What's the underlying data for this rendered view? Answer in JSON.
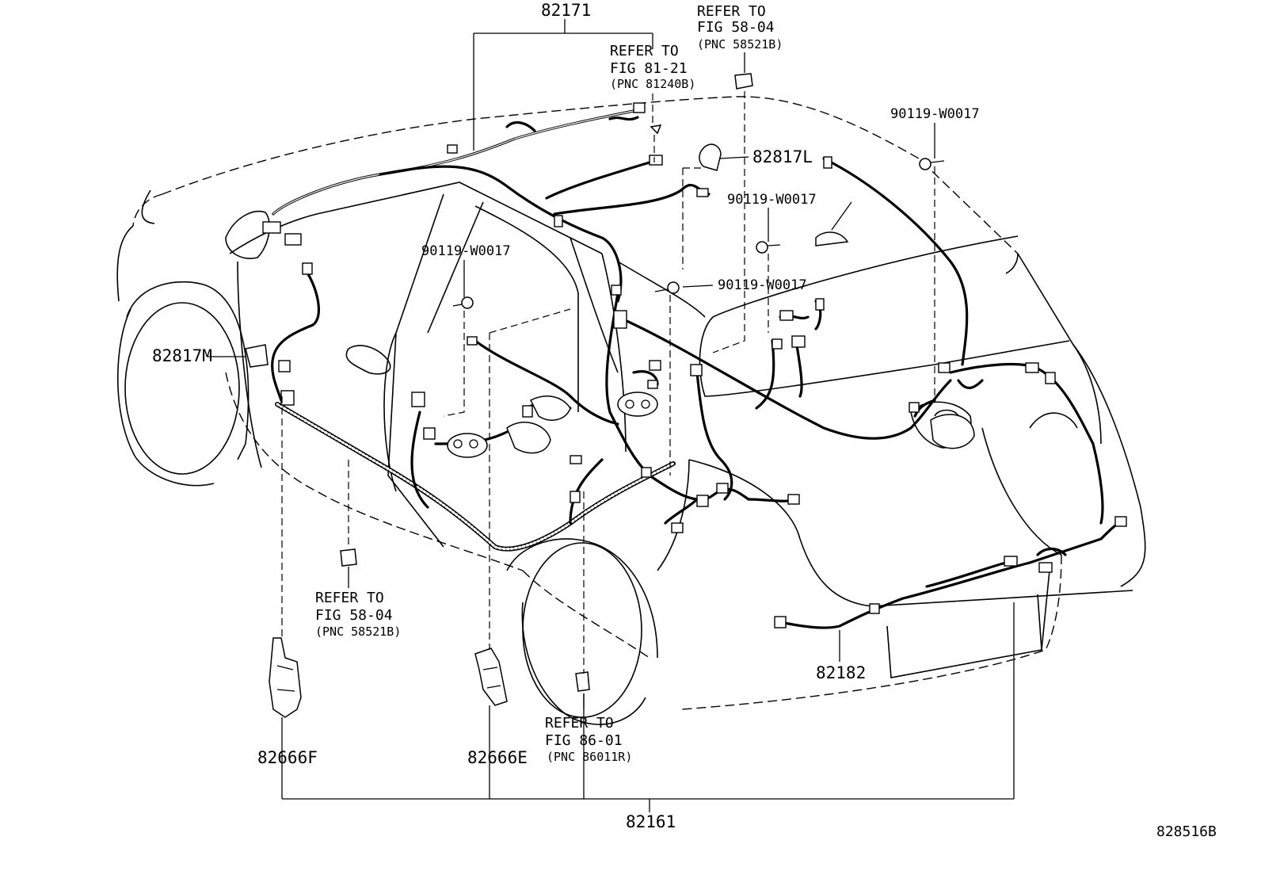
{
  "callouts": {
    "harness_top": "82171",
    "harness_bottom": "82161",
    "harness_rear": "82182",
    "protector_left": "82817L",
    "protector_mid": "82817M",
    "bracket_f": "82666F",
    "bracket_e": "82666E",
    "bolt_top_right": "90119-W0017",
    "bolt_mid_right": "90119-W0017",
    "bolt_center": "90119-W0017",
    "bolt_left": "90119-W0017",
    "illustration_code": "828516B"
  },
  "refs": {
    "fig_81_21": {
      "line1": "REFER TO",
      "line2": "FIG 81-21",
      "pnc": "(PNC 81240B)"
    },
    "fig_58_04_top": {
      "line1": "REFER TO",
      "line2": "FIG 58-04",
      "pnc": "(PNC 58521B)"
    },
    "fig_58_04_bottom": {
      "line1": "REFER TO",
      "line2": "FIG 58-04",
      "pnc": "(PNC 58521B)"
    },
    "fig_86_01": {
      "line1": "REFER TO",
      "line2": "FIG 86-01",
      "pnc": "(PNC 86011R)"
    }
  }
}
